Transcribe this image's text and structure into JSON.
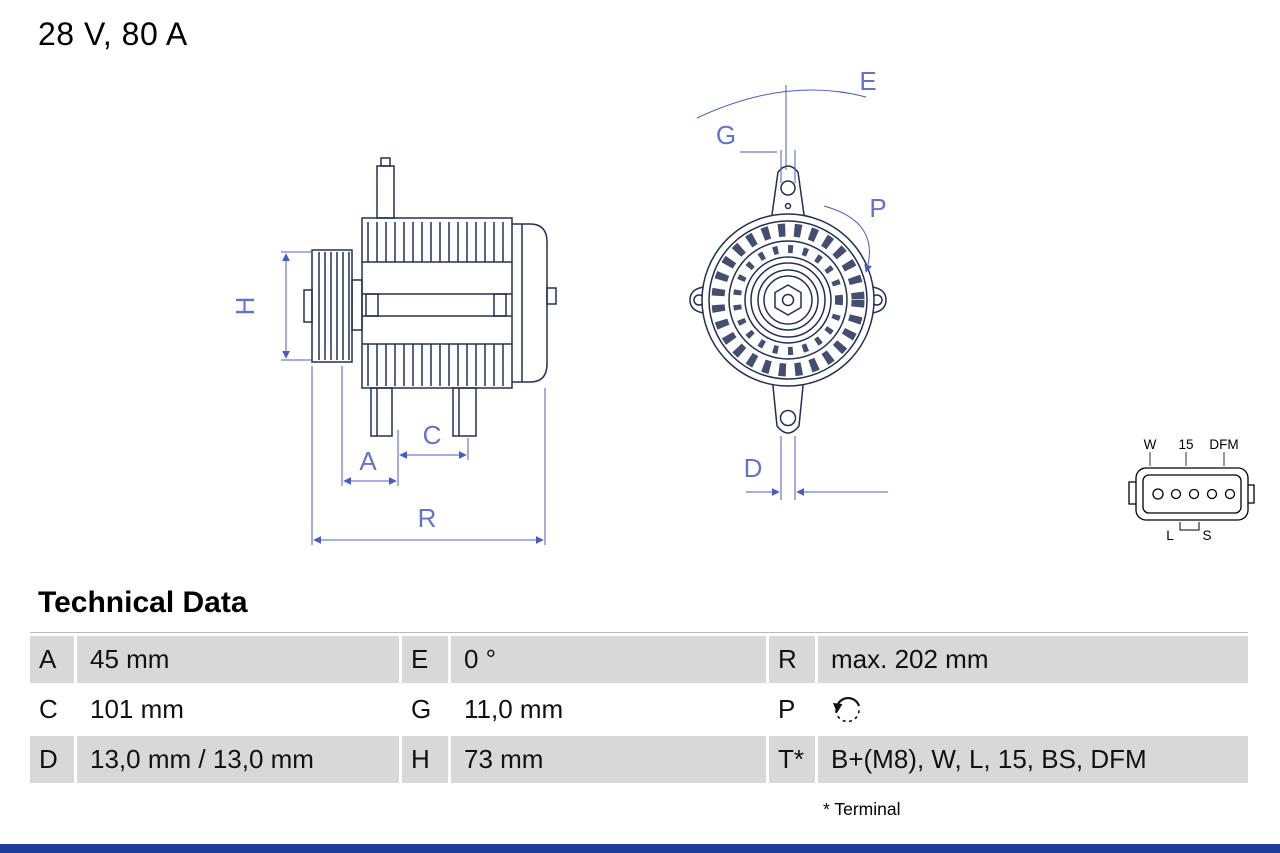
{
  "header": {
    "title": "28 V, 80 A"
  },
  "diagram": {
    "labels": {
      "H": "H",
      "A": "A",
      "C": "C",
      "R": "R",
      "E": "E",
      "G": "G",
      "P": "P",
      "D": "D"
    },
    "connector": {
      "top_labels": [
        "W",
        "15",
        "DFM"
      ],
      "bottom_labels": [
        "L",
        "S"
      ]
    }
  },
  "technical_data": {
    "heading": "Technical Data",
    "rows": [
      {
        "c1": {
          "key": "A",
          "value": "45 mm"
        },
        "c2": {
          "key": "E",
          "value": "0 °"
        },
        "c3": {
          "key": "R",
          "value": "max. 202 mm"
        }
      },
      {
        "c1": {
          "key": "C",
          "value": "101 mm"
        },
        "c2": {
          "key": "G",
          "value": "11,0 mm"
        },
        "c3": {
          "key": "P",
          "value": ""
        }
      },
      {
        "c1": {
          "key": "D",
          "value": "13,0 mm / 13,0 mm"
        },
        "c2": {
          "key": "H",
          "value": "73 mm"
        },
        "c3": {
          "key": "T*",
          "value": "B+(M8), W, L, 15, BS, DFM"
        }
      }
    ],
    "p_icon": "rotation-ccw-icon",
    "footnote": "* Terminal"
  },
  "colors": {
    "drawing_line": "#223055",
    "dimension_blue": "#4a5cc0",
    "dimension_label_blue": "#6373cc",
    "table_row_gray": "#d8d8d8",
    "bottom_bar_blue": "#1c3e99"
  }
}
